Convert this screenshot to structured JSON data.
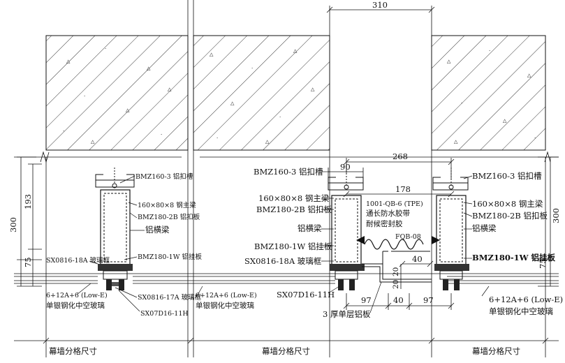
{
  "dims": {
    "top_310": "310",
    "d268": "268",
    "d90": "90",
    "d178": "178",
    "d193": "193",
    "d300_left": "300",
    "d300_right": "300",
    "d75_left": "75",
    "d75_right": "75",
    "d40_top": "40",
    "d20_a": "20",
    "d20_b": "20",
    "d97_left": "97",
    "d40_bottom": "40",
    "d97_right": "97"
  },
  "labels": {
    "left_bmz160": "BMZ160-3 铝扣槽",
    "left_beam": "160×80×8 钢主梁",
    "left_bmz180_2b": "BMZ180-2B 铝扣板",
    "left_hengliang": "铝横梁",
    "left_bmz180_1w": "BMZ180-1W 铝挂板",
    "left_sx0816_18a": "SX0816-18A 玻璃框",
    "left_glass_spec": "6+12A+6 (Low-E)",
    "left_glass_type": "单银钢化中空玻璃",
    "left_sx0816_17a": "SX0816-17A 玻璃框",
    "left_sx07d16": "SX07D16-11H",
    "mid_glass_spec": "6+12A+6 (Low-E)",
    "mid_glass_type": "单银钢化中空玻璃",
    "c_bmz160": "BMZ160-3 铝扣槽",
    "c_beam": "160×80×8 钢主梁",
    "c_bmz180_2b": "BMZ180-2B 铝扣板",
    "c_hengliang": "铝横梁",
    "c_bmz180_1w": "BMZ180-1W 铝挂板",
    "c_sx0816_18a": "SX0816-18A 玻璃框",
    "c_sx07d16": "SX07D16-11H",
    "c_alu_plate": "3 厚单层铝板",
    "tpe_1": "1001-QB-6 (TPE)",
    "tpe_2": "通长防水胶带",
    "tpe_3": "耐候密封胶",
    "fqb": "FQB-08",
    "r_bmz160": "BMZ160-3 铝扣槽",
    "r_beam": "160×80×8 钢主梁",
    "r_bmz180_2b": "BMZ180-2B 铝扣板",
    "r_hengliang": "铝横梁",
    "r_bmz180_1w": "BMZ180-1W 铝挂板",
    "r_glass_spec": "6+12A+6 (Low-E)",
    "r_glass_type": "单银钢化中空玻璃"
  },
  "bottom": {
    "left": "幕墙分格尺寸",
    "middle": "幕墙分格尺寸",
    "right": "幕墙分格尺寸"
  }
}
